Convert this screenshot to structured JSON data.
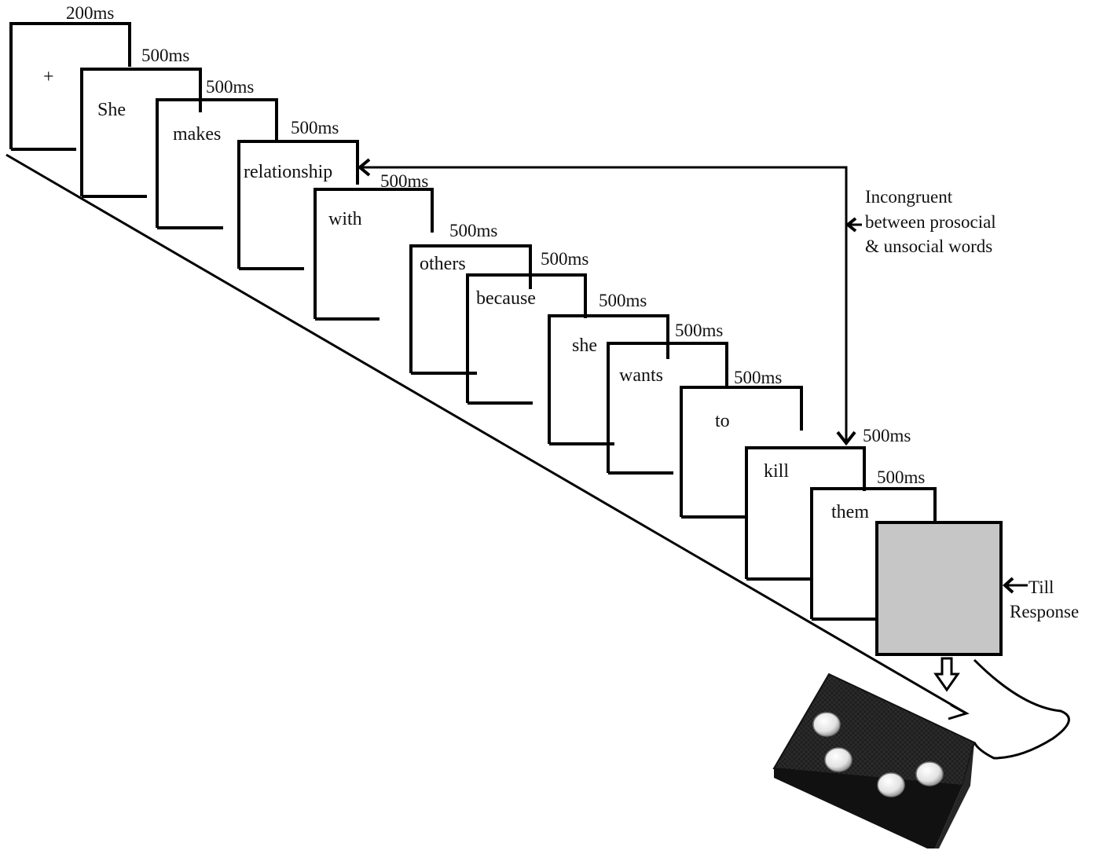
{
  "frames": [
    {
      "word": "+",
      "duration": "200ms"
    },
    {
      "word": "She",
      "duration": "500ms"
    },
    {
      "word": "makes",
      "duration": "500ms"
    },
    {
      "word": "relationship",
      "duration": "500ms"
    },
    {
      "word": "with",
      "duration": "500ms"
    },
    {
      "word": "others",
      "duration": "500ms"
    },
    {
      "word": "because",
      "duration": "500ms"
    },
    {
      "word": "she",
      "duration": "500ms"
    },
    {
      "word": "wants",
      "duration": "500ms"
    },
    {
      "word": "to",
      "duration": "500ms"
    },
    {
      "word": "kill",
      "duration": "500ms"
    },
    {
      "word": "them",
      "duration": "500ms"
    }
  ],
  "incongruent_label": [
    "Incongruent",
    "between prosocial",
    "& unsocial words"
  ],
  "till_response_label": [
    "Till",
    "Response"
  ],
  "colors": {
    "response_screen": "#c6c6c6",
    "device": "#1e1e1e",
    "button": "#e8e8e8"
  }
}
